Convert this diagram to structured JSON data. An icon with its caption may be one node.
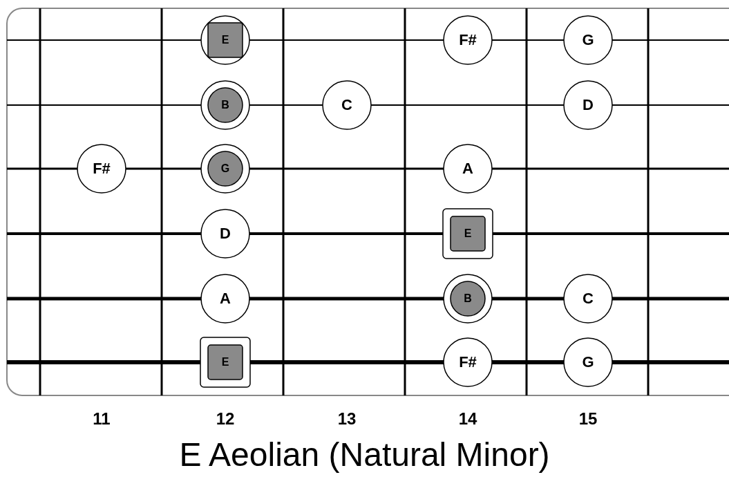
{
  "diagram": {
    "title": "E Aeolian (Natural Minor)",
    "nodes": [
      {
        "text": [
          "E"
        ]
      },
      {
        "text": [
          "F#"
        ]
      },
      {
        "text": [
          "G"
        ]
      },
      {
        "text": [
          "B"
        ]
      },
      {
        "text": [
          "C"
        ]
      },
      {
        "text": [
          "D"
        ]
      },
      {
        "text": [
          "F#"
        ]
      },
      {
        "text": [
          "G"
        ]
      },
      {
        "text": [
          "A"
        ]
      },
      {
        "text": [
          "D"
        ]
      },
      {
        "text": [
          "E"
        ]
      },
      {
        "text": [
          "A"
        ]
      },
      {
        "text": [
          "B"
        ]
      },
      {
        "text": [
          "C"
        ]
      },
      {
        "text": [
          "E"
        ]
      },
      {
        "text": [
          "F#"
        ]
      },
      {
        "text": [
          "G"
        ]
      }
    ],
    "labels": [
      "11",
      "12",
      "13",
      "14",
      "15"
    ]
  }
}
